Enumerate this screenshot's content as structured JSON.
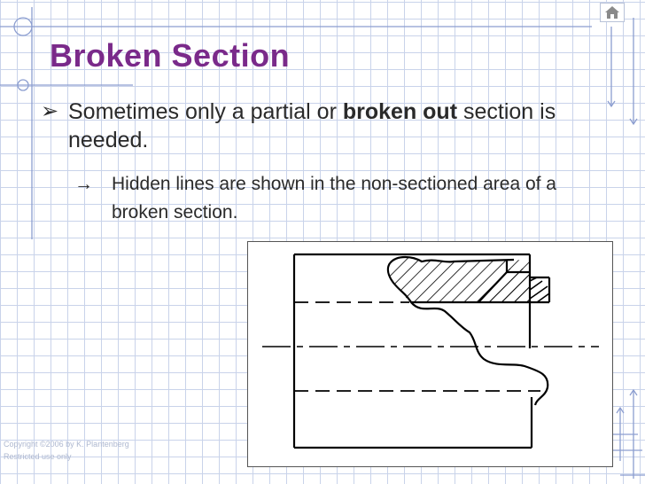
{
  "slide": {
    "title": "Broken Section",
    "bullet1": {
      "marker": "➢",
      "text_before": "Sometimes only a partial or ",
      "text_bold": "broken out",
      "text_after": " section is needed."
    },
    "bullet2": {
      "marker": "→",
      "text": "Hidden lines are shown in the non-sectioned area of a broken section."
    },
    "copyright_line1": "Copyright ©2006 by K. Plantenberg",
    "copyright_line2": "Restricted use only"
  },
  "colors": {
    "title": "#7a2a8a",
    "grid": "#c9d3ea",
    "body_text": "#2a2a2a",
    "decoration": "#8c9ed0"
  },
  "icons": {
    "home": "home-icon",
    "bullet": "arrowhead-bullet-icon",
    "sub_bullet": "right-arrow-icon"
  }
}
